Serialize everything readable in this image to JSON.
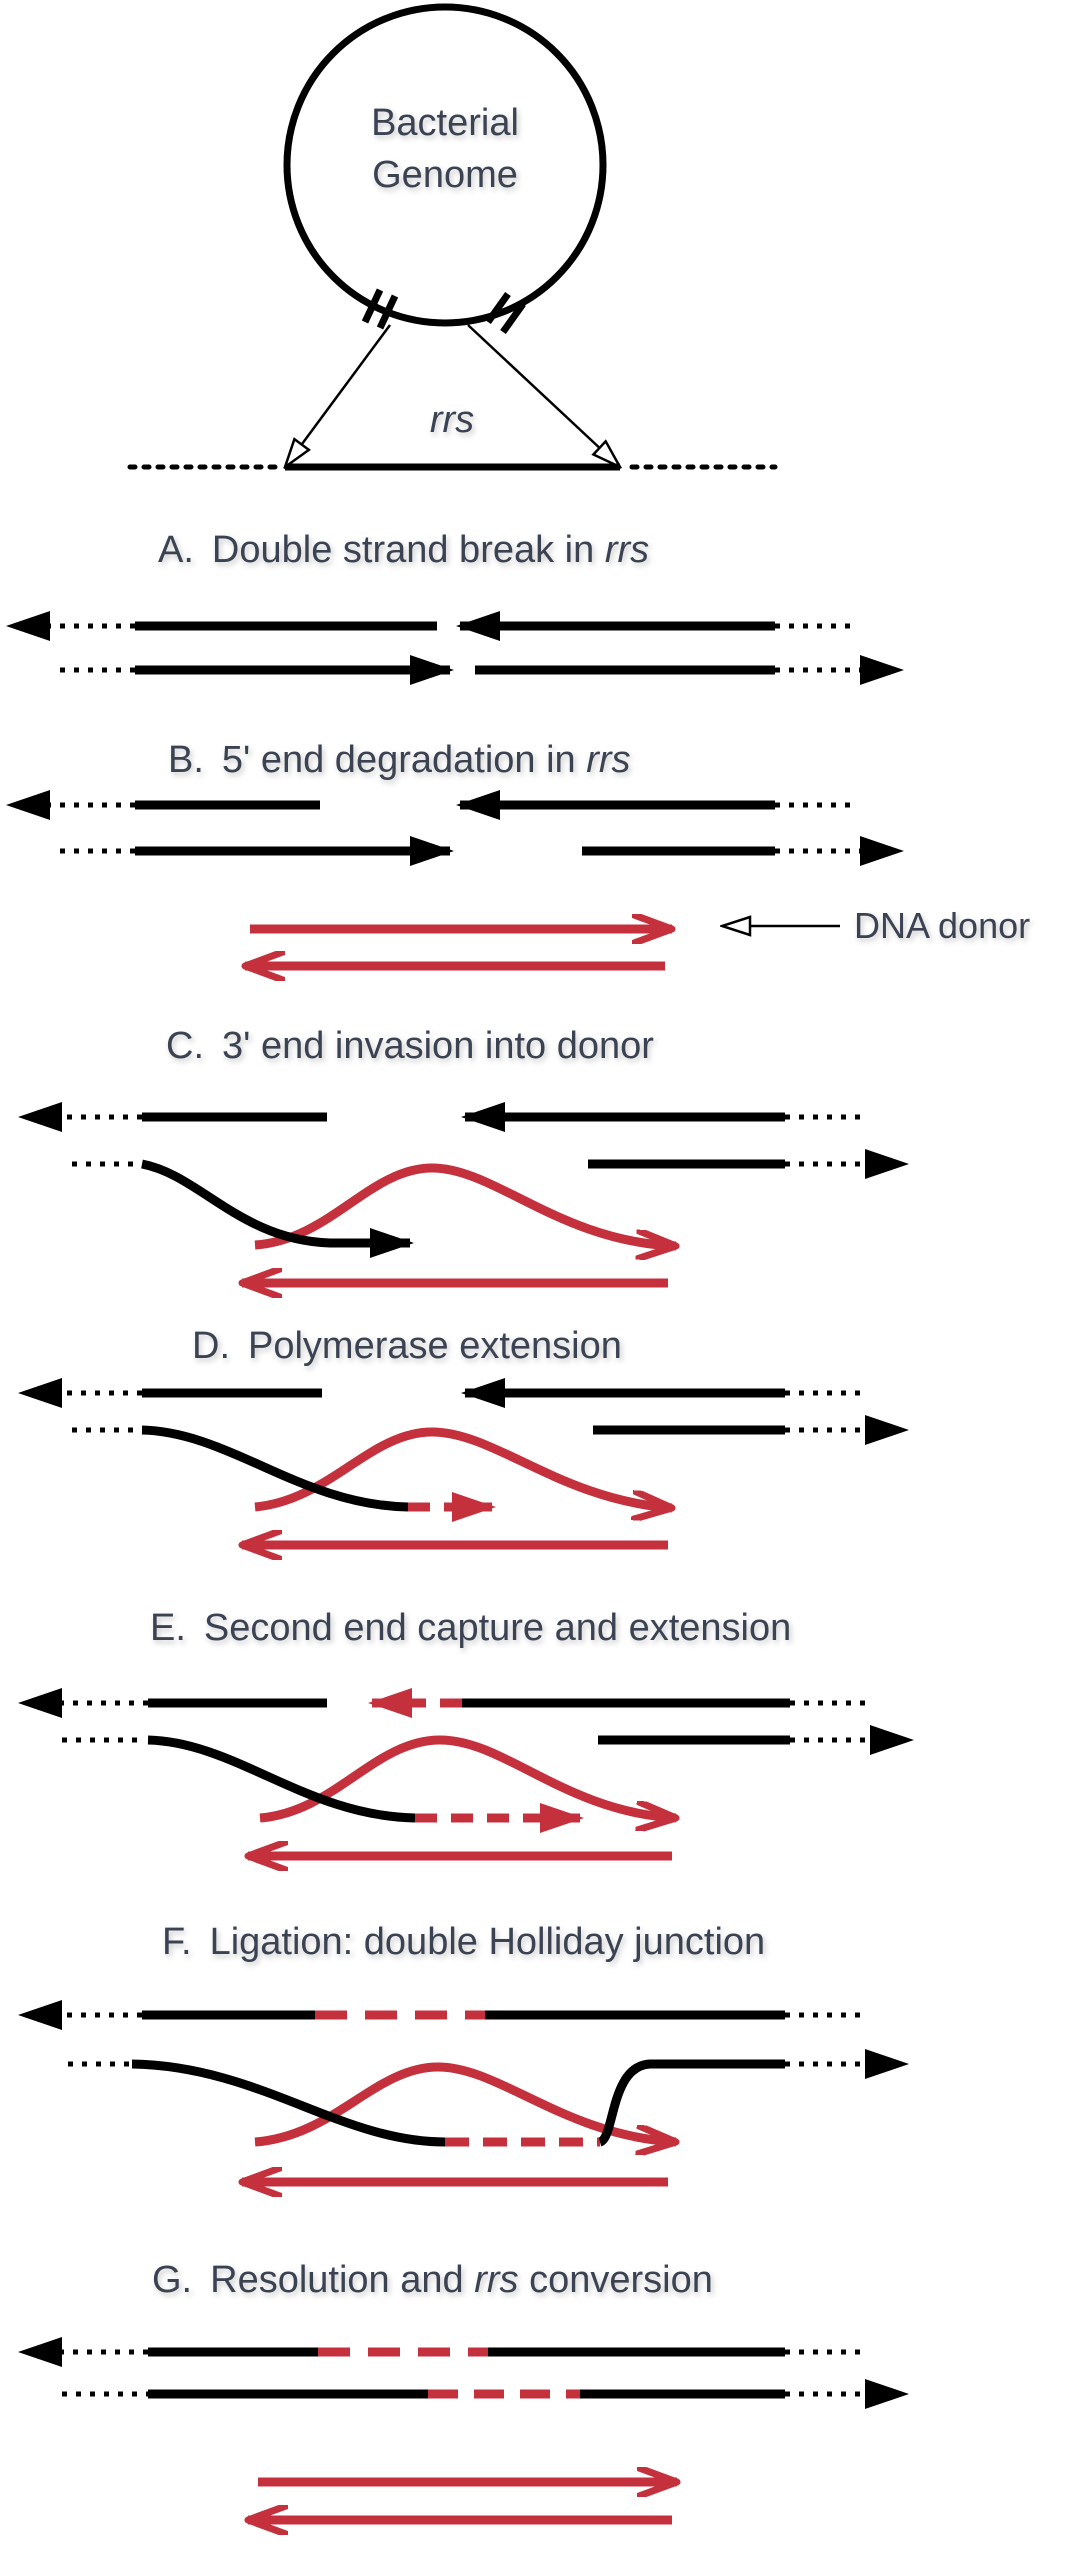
{
  "colors": {
    "strand": "#000000",
    "donor": "#c4313c",
    "text": "#3b4252"
  },
  "genome": {
    "title_line1": "Bacterial",
    "title_line2": "Genome",
    "gene": "rrs"
  },
  "steps": [
    {
      "letter": "A.",
      "text": "Double strand break in ",
      "italic": "rrs",
      "after": ""
    },
    {
      "letter": "B.",
      "text": "5' end degradation in ",
      "italic": "rrs",
      "after": ""
    },
    {
      "letter": "C.",
      "text": "3' end invasion into donor",
      "italic": "",
      "after": ""
    },
    {
      "letter": "D.",
      "text": "Polymerase extension",
      "italic": "",
      "after": ""
    },
    {
      "letter": "E.",
      "text": "Second end capture and extension",
      "italic": "",
      "after": ""
    },
    {
      "letter": "F.",
      "text": "Ligation: double Holliday junction",
      "italic": "",
      "after": ""
    },
    {
      "letter": "G.",
      "text": "Resolution and ",
      "italic": "rrs",
      "after": " conversion"
    }
  ],
  "donor_label": "DNA donor"
}
